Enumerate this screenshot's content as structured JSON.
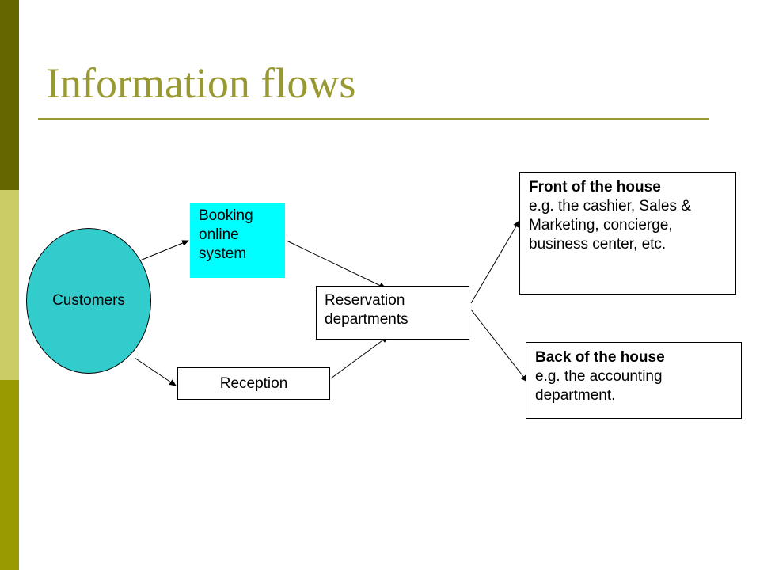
{
  "slide": {
    "title": "Information flows",
    "sidebar_colors": [
      "#666600",
      "#cccc66",
      "#999900"
    ],
    "accent_color": "#999933"
  },
  "diagram": {
    "nodes": {
      "customers": {
        "label": "Customers",
        "color": "#33cccc"
      },
      "booking": {
        "label": "Booking online system",
        "color": "#00ffff"
      },
      "reception": {
        "label": "Reception"
      },
      "reservation": {
        "label": "Reservation departments"
      },
      "front_of_house": {
        "heading": "Front of the house",
        "body": "e.g. the cashier, Sales & Marketing, concierge, business center, etc."
      },
      "back_of_house": {
        "heading": "Back of the house",
        "body": "e.g. the accounting department."
      }
    },
    "edges": [
      {
        "from": "customers",
        "to": "booking"
      },
      {
        "from": "customers",
        "to": "reception"
      },
      {
        "from": "booking",
        "to": "reservation"
      },
      {
        "from": "reception",
        "to": "reservation"
      },
      {
        "from": "reservation",
        "to": "front_of_house"
      },
      {
        "from": "reservation",
        "to": "back_of_house"
      }
    ]
  }
}
